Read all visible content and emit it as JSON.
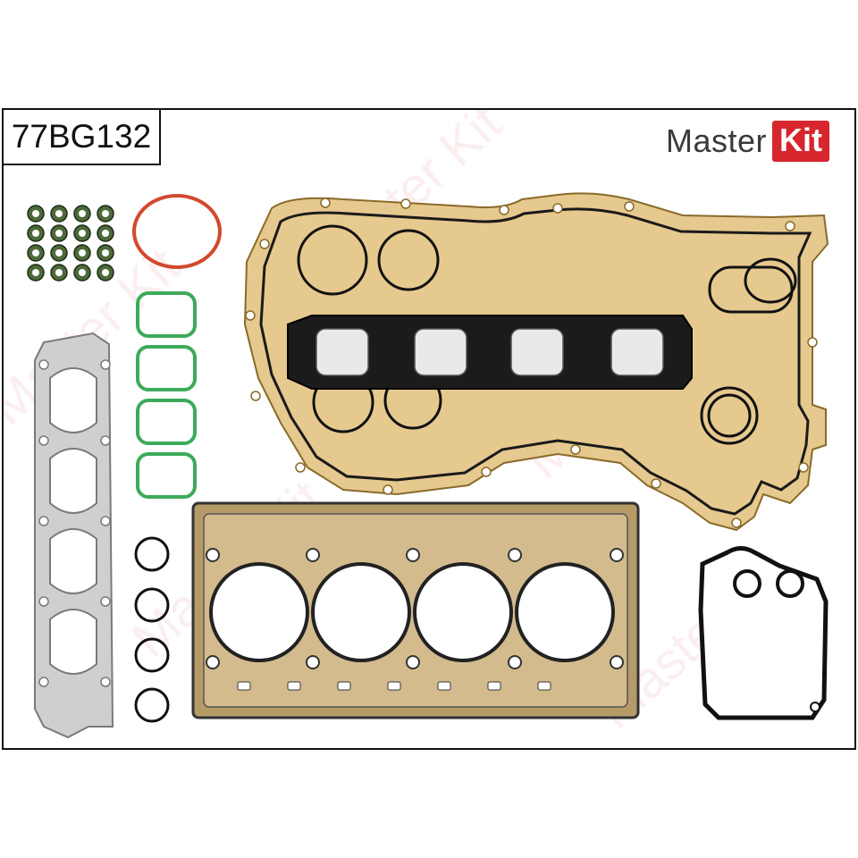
{
  "product": {
    "part_number": "77BG132"
  },
  "brand": {
    "name": "Master",
    "mark": "Kit",
    "color": "#d6262e"
  },
  "watermark": {
    "text_a": "Master",
    "text_b": "Kit"
  },
  "colors": {
    "gasket_fill": "#e6c98e",
    "gasket_edge": "#8a6a2a",
    "rubber_black": "#111111",
    "silicone_green": "#3daa5a",
    "oring_red": "#d2492f",
    "steel_gray": "#c9c9c9",
    "valve_seal": "#4d6a3a"
  },
  "components": [
    "valve-stem-seals",
    "red-o-ring",
    "green-intake-seals",
    "exhaust-manifold-gasket",
    "timing-cover-gasket",
    "intake-manifold-gasket",
    "cylinder-head-gasket",
    "small-o-rings",
    "thermostat-housing-gasket",
    "crankshaft-seal"
  ]
}
